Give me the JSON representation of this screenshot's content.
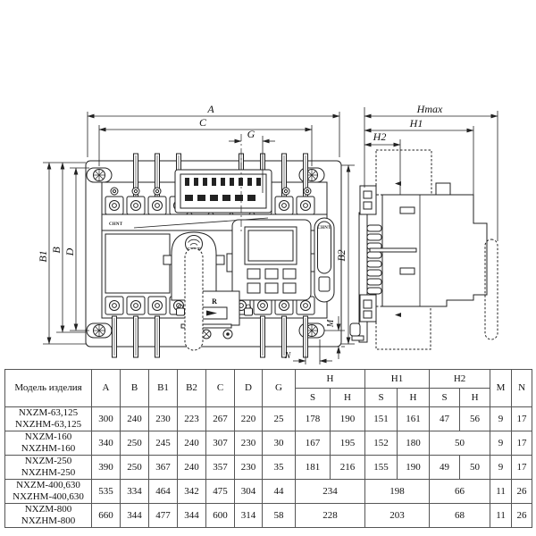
{
  "drawing": {
    "brand": "CHNT",
    "front": {
      "dim_a": "A",
      "dim_c": "C",
      "dim_g": "G",
      "dim_b1": "B1",
      "dim_b": "B",
      "dim_d": "D",
      "dim_b2": "B2",
      "dim_m": "M",
      "dim_n": "N",
      "r_label": "R"
    },
    "side": {
      "dim_hmax": "Hmax",
      "dim_h1": "H1",
      "dim_h2": "H2"
    }
  },
  "table": {
    "headers": {
      "model": "Модель изделия",
      "a": "A",
      "b": "B",
      "b1": "B1",
      "b2": "B2",
      "c": "C",
      "d": "D",
      "g": "G",
      "h_group": "H",
      "h1_group": "H1",
      "h2_group": "H2",
      "s": "S",
      "h_sub": "H",
      "m": "M",
      "n": "N"
    },
    "rows": [
      {
        "model1": "NXZM-63,125",
        "model2": "NXZHM-63,125",
        "vals": [
          "300",
          "240",
          "230",
          "223",
          "267",
          "220",
          "25",
          "178",
          "190",
          "151",
          "161",
          "47",
          "56",
          "9",
          "17"
        ]
      },
      {
        "model1": "NXZM-160",
        "model2": "NXZHM-160",
        "vals": [
          "340",
          "250",
          "245",
          "240",
          "307",
          "230",
          "30",
          "167",
          "195",
          "152",
          "180",
          "50",
          "9",
          "17"
        ]
      },
      {
        "model1": "NXZM-250",
        "model2": "NXZHM-250",
        "vals": [
          "390",
          "250",
          "367",
          "240",
          "357",
          "230",
          "35",
          "181",
          "216",
          "155",
          "190",
          "49",
          "50",
          "9",
          "17"
        ]
      },
      {
        "model1": "NXZM-400,630",
        "model2": "NXZHM-400,630",
        "vals": [
          "535",
          "334",
          "464",
          "342",
          "475",
          "304",
          "44",
          "234",
          "198",
          "66",
          "11",
          "26"
        ]
      },
      {
        "model1": "NXZM-800",
        "model2": "NXZHM-800",
        "vals": [
          "660",
          "344",
          "477",
          "344",
          "600",
          "314",
          "58",
          "228",
          "203",
          "68",
          "11",
          "26"
        ]
      }
    ]
  }
}
